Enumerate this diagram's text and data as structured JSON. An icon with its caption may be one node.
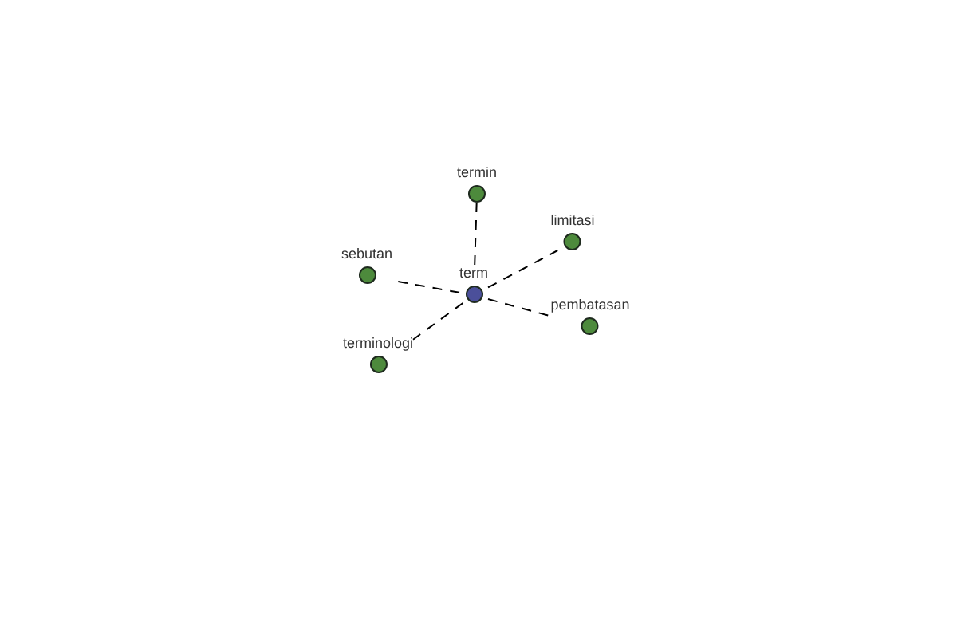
{
  "diagram": {
    "nodes": [
      {
        "text": [
          "term"
        ]
      },
      {
        "text": [
          "termin"
        ]
      },
      {
        "text": [
          "limitasi"
        ]
      },
      {
        "text": [
          "sebutan"
        ]
      },
      {
        "text": [
          "pembatasan"
        ]
      },
      {
        "text": [
          "terminologi"
        ]
      }
    ],
    "edges": [
      {
        "from": 0,
        "to": 1,
        "arrow": "none",
        "style": "dashed"
      },
      {
        "from": 0,
        "to": 2,
        "arrow": "none",
        "style": "dashed"
      },
      {
        "from": 0,
        "to": 3,
        "arrow": "none",
        "style": "dashed"
      },
      {
        "from": 0,
        "to": 4,
        "arrow": "none",
        "style": "dashed"
      },
      {
        "from": 0,
        "to": 5,
        "arrow": "none",
        "style": "dashed"
      }
    ]
  }
}
